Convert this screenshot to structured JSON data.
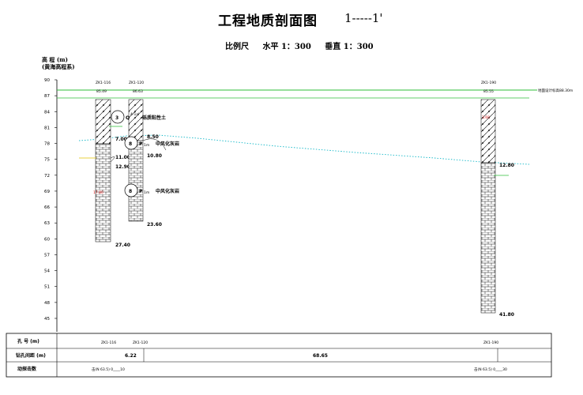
{
  "title": {
    "main": "工程地质剖面图",
    "section": "1-----1'",
    "scale_label": "比例尺",
    "horizontal": "水平  1：300",
    "vertical": "垂直  1：300"
  },
  "axis": {
    "title_line1": "高 程 (m)",
    "title_line2": "(黄海高程系)",
    "ticks": [
      "90",
      "87",
      "84",
      "81",
      "78",
      "75",
      "72",
      "69",
      "66",
      "63",
      "60",
      "57",
      "54",
      "51",
      "48",
      "45"
    ],
    "tick_values": [
      90,
      87,
      84,
      81,
      78,
      75,
      72,
      69,
      66,
      63,
      60,
      57,
      54,
      51,
      48,
      45
    ]
  },
  "ground_label": "地面设计标高88.30m",
  "boreholes": [
    {
      "id": "ZK1-116",
      "elev": "85.49",
      "bottom_depth": "27.40",
      "top": 85.49,
      "bottom": 58.09,
      "levels": [
        "7.00",
        "11.00",
        "12.90"
      ],
      "gw": "17.80"
    },
    {
      "id": "ZK1-120",
      "elev": "86.63",
      "bottom_depth": "23.60",
      "top": 86.63,
      "bottom": 63.03,
      "levels": [
        "8.50",
        "10.80"
      ]
    },
    {
      "id": "ZK1-190",
      "elev": "85.55",
      "bottom_depth": "41.80",
      "top": 85.55,
      "bottom": 43.75,
      "levels": [
        "12.80"
      ],
      "gw": "3.60"
    }
  ],
  "strata": [
    {
      "code": "3",
      "sub": "Q",
      "note": "4-1al",
      "name": "砾质粘性土"
    },
    {
      "code": "8",
      "sub": "P",
      "note": "1m",
      "name": "中风化灰岩"
    },
    {
      "code": "8",
      "sub": "P",
      "note": "1m",
      "name": "中风化灰岩"
    }
  ],
  "table": {
    "rows": [
      {
        "label": "孔  号 (m)",
        "values": [
          "ZK1-116",
          "ZK1-120",
          "ZK1-190"
        ]
      },
      {
        "label": "钻孔间距 (m)",
        "values": [
          "6.22",
          "68.65"
        ]
      },
      {
        "label": "动探击数",
        "values": [
          "击(N 63.5)  0____10",
          "击(N 63.5)  0____30"
        ]
      }
    ]
  },
  "colors": {
    "ground_line": "#2fbf3a",
    "water_line": "#15b8c8",
    "gw_marker": "#e02020"
  }
}
